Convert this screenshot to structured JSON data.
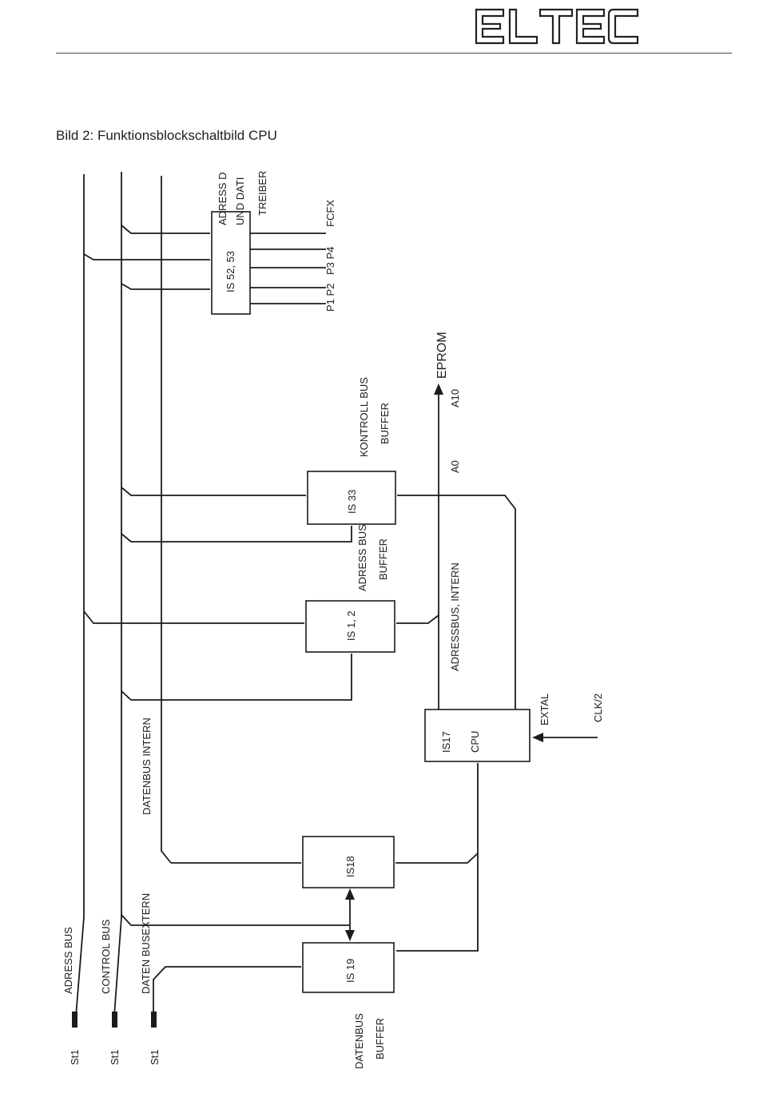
{
  "header": {
    "logo_text": "ELTEC"
  },
  "figure": {
    "title": "Bild 2: Funktionsblockschaltbild CPU"
  },
  "buses": [
    {
      "label": "ADRESS BUS",
      "connector": "St1"
    },
    {
      "label": "CONTROL BUS",
      "connector": "St1"
    },
    {
      "label": "DATEN BUSEXTERN",
      "connector": "St1"
    }
  ],
  "blocks": {
    "is52_53": {
      "label": "IS 52, 53",
      "caption_lines": [
        "ADRESS D",
        "UND DATI",
        "TREIBER"
      ]
    },
    "is33": {
      "label": "IS 33",
      "caption_lines": [
        "KONTROLL BUS",
        "BUFFER"
      ]
    },
    "is1_2": {
      "label": "IS 1, 2",
      "caption_lines": [
        "ADRESS BUS",
        "BUFFER"
      ]
    },
    "is17": {
      "label_line1": "IS17",
      "label_line2": "CPU"
    },
    "is18": {
      "label": "IS18"
    },
    "is19": {
      "label": "IS 19",
      "caption_lines": [
        "DATENBUS",
        "BUFFER"
      ]
    }
  },
  "signals": {
    "outputs": [
      "FCFX",
      "P3 P4",
      "P1 P2"
    ],
    "eprom": "EPROM",
    "a0": "A0",
    "a10": "A10",
    "adressbus_intern": "ADRESSBUS, INTERN",
    "datenbus_intern": "DATENBUS INTERN",
    "extal": "EXTAL",
    "clk": "CLK/2"
  }
}
